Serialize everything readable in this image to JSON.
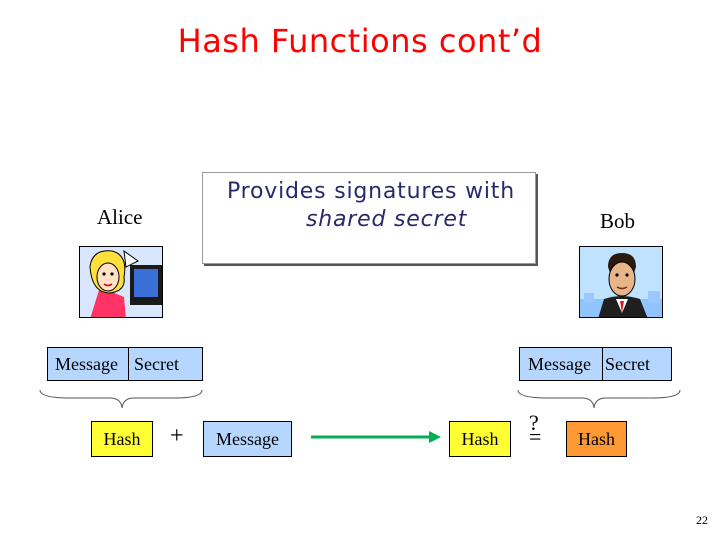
{
  "slide": {
    "title": "Hash Functions cont’d",
    "page_number": "22"
  },
  "callout": {
    "line1": "Provides signatures with",
    "line2": "shared secret"
  },
  "alice": {
    "name": "Alice",
    "avatar_icon": "woman-at-computer-icon",
    "message_label": "Message",
    "secret_label": "Secret",
    "hash_label": "Hash"
  },
  "transfer": {
    "plus": "+",
    "message_label": "Message",
    "hash_label": "Hash",
    "arrow_color": "#00b050"
  },
  "bob": {
    "name": "Bob",
    "avatar_icon": "man-in-suit-icon",
    "message_label": "Message",
    "secret_label": "Secret",
    "compare_symbol": "?",
    "equals_symbol": "=",
    "hash_label": "Hash"
  },
  "colors": {
    "title": "#ff0000",
    "message_box": "#b5d7ff",
    "sent_hash_box": "#ffff33",
    "computed_hash_box": "#ff9933"
  }
}
